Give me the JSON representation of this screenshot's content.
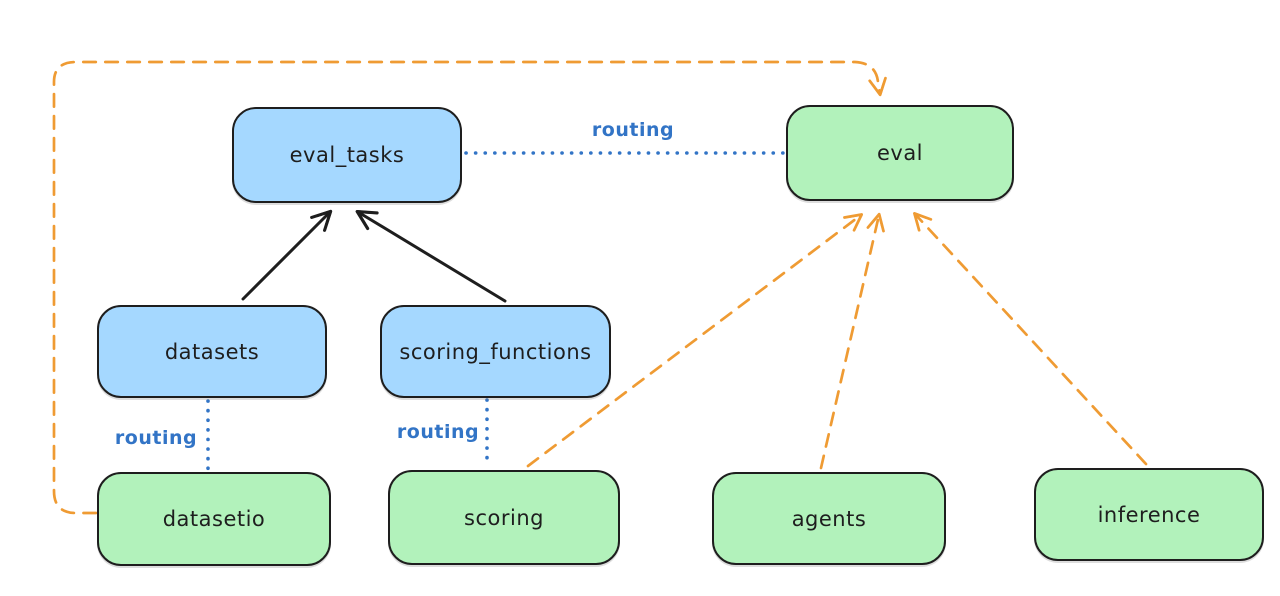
{
  "diagram": {
    "background_color": "#ffffff",
    "colors": {
      "node_stroke": "#1e1e1e",
      "blue_node_fill": "#a5d8ff",
      "green_node_fill": "#b2f2bb",
      "routing_line_blue": "#3274c6",
      "provider_arrow_orange": "#ef9b33",
      "dependency_arrow_black": "#1e1e1e"
    },
    "nodes": {
      "eval_tasks": {
        "label": "eval_tasks",
        "kind": "blue"
      },
      "eval": {
        "label": "eval",
        "kind": "green"
      },
      "datasets": {
        "label": "datasets",
        "kind": "blue"
      },
      "scoring_functions": {
        "label": "scoring_functions",
        "kind": "blue"
      },
      "datasetio": {
        "label": "datasetio",
        "kind": "green"
      },
      "scoring": {
        "label": "scoring",
        "kind": "green"
      },
      "agents": {
        "label": "agents",
        "kind": "green"
      },
      "inference": {
        "label": "inference",
        "kind": "green"
      }
    },
    "edges": [
      {
        "from": "datasets",
        "to": "eval_tasks",
        "style": "solid",
        "color": "black",
        "arrow": true,
        "label": ""
      },
      {
        "from": "scoring_functions",
        "to": "eval_tasks",
        "style": "solid",
        "color": "black",
        "arrow": true,
        "label": ""
      },
      {
        "from": "eval_tasks",
        "to": "eval",
        "style": "dotted",
        "color": "blue",
        "arrow": false,
        "label": "routing"
      },
      {
        "from": "datasets",
        "to": "datasetio",
        "style": "dotted",
        "color": "blue",
        "arrow": false,
        "label": "routing"
      },
      {
        "from": "scoring_functions",
        "to": "scoring",
        "style": "dotted",
        "color": "blue",
        "arrow": false,
        "label": "routing"
      },
      {
        "from": "datasetio",
        "to": "eval",
        "style": "dashed",
        "color": "orange",
        "arrow": true,
        "label": ""
      },
      {
        "from": "scoring",
        "to": "eval",
        "style": "dashed",
        "color": "orange",
        "arrow": true,
        "label": ""
      },
      {
        "from": "agents",
        "to": "eval",
        "style": "dashed",
        "color": "orange",
        "arrow": true,
        "label": ""
      },
      {
        "from": "inference",
        "to": "eval",
        "style": "dashed",
        "color": "orange",
        "arrow": true,
        "label": ""
      }
    ],
    "labels": {
      "routing_top": "routing",
      "routing_left": "routing",
      "routing_mid": "routing"
    }
  }
}
